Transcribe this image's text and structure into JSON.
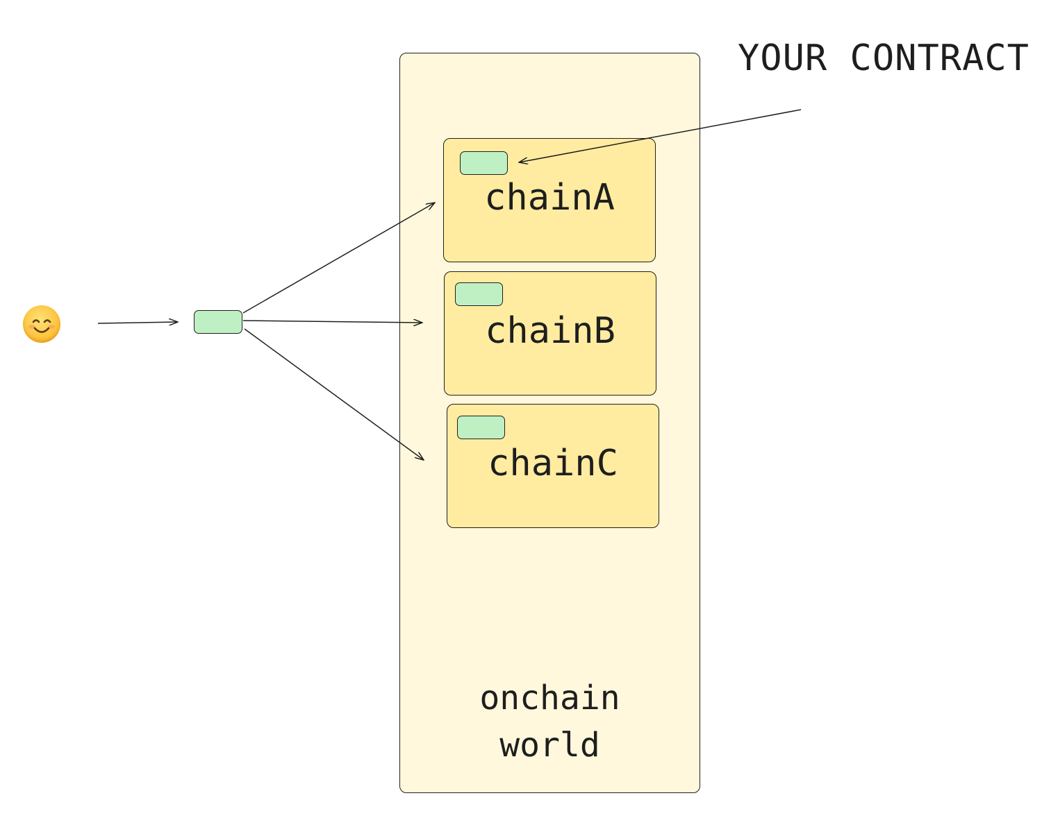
{
  "diagram": {
    "title": "YOUR CONTRACT",
    "world_label": "onchain\nworld",
    "chains": [
      {
        "id": "a",
        "label": "chainA"
      },
      {
        "id": "b",
        "label": "chainB"
      },
      {
        "id": "c",
        "label": "chainC"
      }
    ],
    "user_icon": "smiling-face-emoji",
    "colors": {
      "world_fill": "#fff8dc",
      "chain_fill": "#ffeca0",
      "chip_fill": "#bff0c4",
      "stroke": "#1e1e1e"
    }
  }
}
